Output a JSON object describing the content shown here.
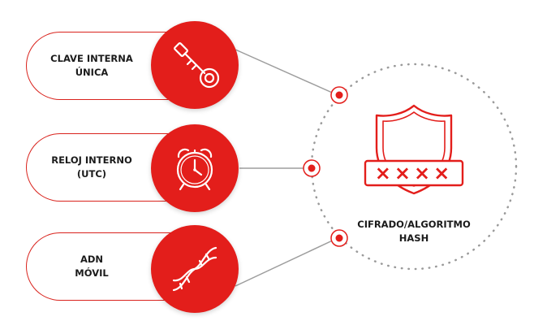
{
  "accent_color": "#e31e1b",
  "inputs": [
    {
      "label": "CLAVE INTERNA\nÚNICA",
      "icon": "key-icon"
    },
    {
      "label": "RELOJ INTERNO\n(UTC)",
      "icon": "alarm-clock-icon"
    },
    {
      "label": "ADN\nMÓVIL",
      "icon": "dna-icon"
    }
  ],
  "hub": {
    "label": "CIFRADO/ALGORITMO\nHASH",
    "icon": "shield-password-icon",
    "password_mask": "××××"
  }
}
